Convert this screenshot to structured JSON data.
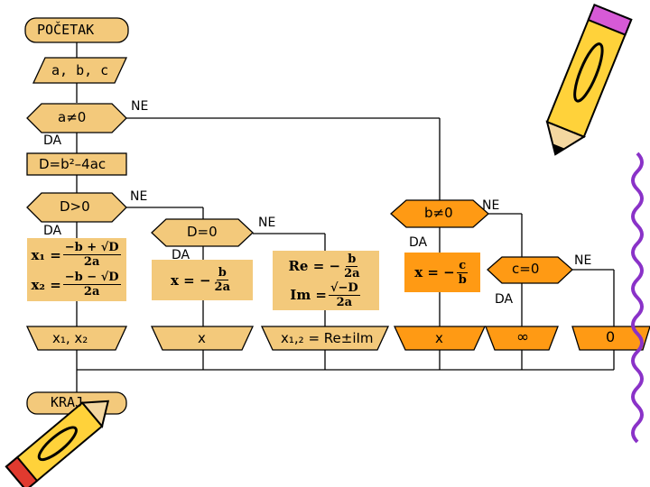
{
  "nodes": {
    "start": "POČETAK",
    "input": "a, b, c",
    "cond_a": "a≠0",
    "discriminant": "D=b²–4ac",
    "cond_d_pos": "D>0",
    "cond_d_zero": "D=0",
    "cond_b": "b≠0",
    "cond_c": "c=0",
    "out_two": "x₁, x₂",
    "out_x1": "x",
    "out_complex": "x₁,₂ = Re±iIm",
    "out_x2": "x",
    "out_inf": "∞",
    "out_zero": "0",
    "end": "KRAJ"
  },
  "edge_labels": {
    "a_no": "NE",
    "a_yes": "DA",
    "dpos_no": "NE",
    "dpos_yes": "DA",
    "dzero_no": "NE",
    "dzero_yes": "DA",
    "b_no": "NE",
    "b_yes": "DA",
    "c_no": "NE",
    "c_yes": "DA"
  },
  "formulas": {
    "x1_lhs": "x₁ = ",
    "x1_num": "−b + √D",
    "x2_lhs": "x₂ = ",
    "x2_num": "−b − √D",
    "den_2a": "2a",
    "single_lhs": "x = − ",
    "single_num": "b",
    "re_lhs": "Re = − ",
    "re_num": "b",
    "im_lhs": "Im = ",
    "im_num": "√−D",
    "lin_lhs": "x = − ",
    "lin_num": "c",
    "lin_den": "b"
  },
  "colors": {
    "pale_orange": "#f3c97b",
    "orange": "#ff9a14",
    "line": "#000000"
  }
}
